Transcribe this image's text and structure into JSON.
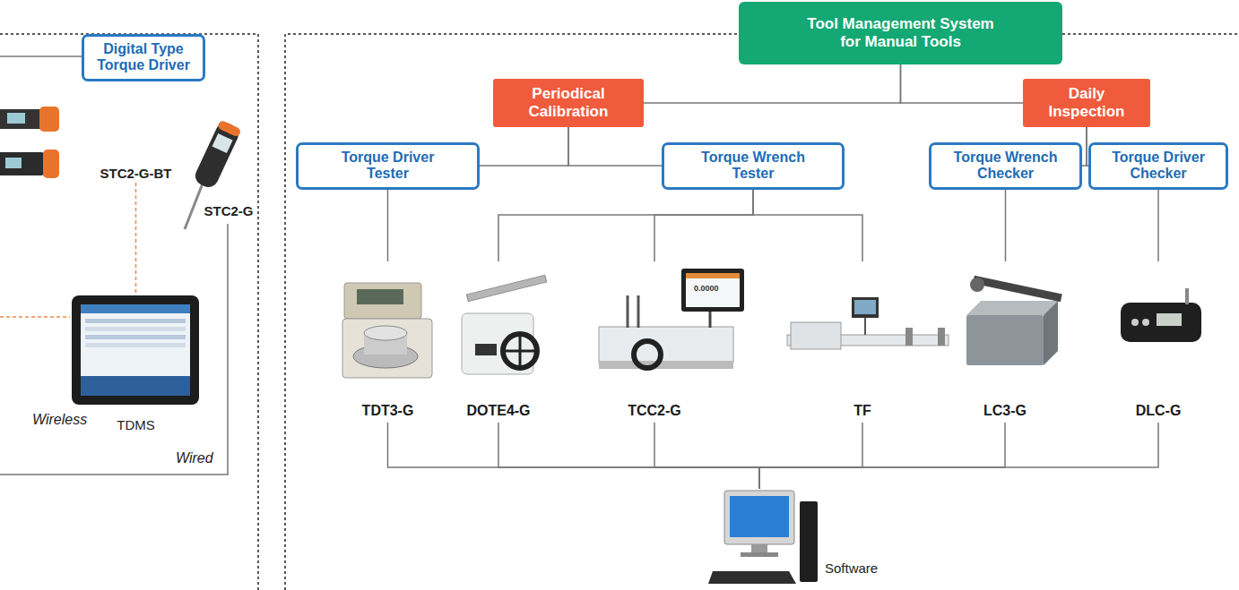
{
  "diagram": {
    "nodes": [
      {
        "text": [
          "Digital Type Torque Driver"
        ]
      },
      {
        "text": [
          "STC2-G-BT"
        ]
      },
      {
        "text": [
          "STC2-G"
        ]
      },
      {
        "text": [
          "TDMS"
        ]
      },
      {
        "text": [
          "Tool Management System for Manual Tools"
        ]
      },
      {
        "text": [
          "Periodical Calibration"
        ]
      },
      {
        "text": [
          "Daily Inspection"
        ]
      },
      {
        "text": [
          "Torque Driver Tester"
        ]
      },
      {
        "text": [
          "Torque Wrench Tester"
        ]
      },
      {
        "text": [
          "Torque Wrench Checker"
        ]
      },
      {
        "text": [
          "Torque Driver Checker"
        ]
      },
      {
        "text": [
          "TDT3-G"
        ]
      },
      {
        "text": [
          "DOTE4-G"
        ]
      },
      {
        "text": [
          "TCC2-G"
        ]
      },
      {
        "text": [
          "TF"
        ]
      },
      {
        "text": [
          "LC3-G"
        ]
      },
      {
        "text": [
          "DLC-G"
        ]
      },
      {
        "text": [
          "Software"
        ]
      }
    ],
    "edges": [
      {
        "from": 1,
        "to": 3,
        "arrow": "none"
      },
      {
        "from": 4,
        "to": 5,
        "arrow": "none"
      },
      {
        "from": 4,
        "to": 6,
        "arrow": "none"
      },
      {
        "from": 5,
        "to": 7,
        "arrow": "none"
      },
      {
        "from": 5,
        "to": 8,
        "arrow": "none"
      },
      {
        "from": 6,
        "to": 9,
        "arrow": "none"
      },
      {
        "from": 6,
        "to": 10,
        "arrow": "none"
      },
      {
        "from": 7,
        "to": 11,
        "arrow": "none"
      },
      {
        "from": 8,
        "to": 12,
        "arrow": "none"
      },
      {
        "from": 8,
        "to": 13,
        "arrow": "none"
      },
      {
        "from": 8,
        "to": 14,
        "arrow": "none"
      },
      {
        "from": 9,
        "to": 15,
        "arrow": "none"
      },
      {
        "from": 10,
        "to": 16,
        "arrow": "none"
      },
      {
        "from": 11,
        "to": 17,
        "arrow": "none"
      },
      {
        "from": 12,
        "to": 17,
        "arrow": "none"
      },
      {
        "from": 13,
        "to": 17,
        "arrow": "none"
      },
      {
        "from": 14,
        "to": 17,
        "arrow": "none"
      },
      {
        "from": 15,
        "to": 17,
        "arrow": "none"
      },
      {
        "from": 16,
        "to": 17,
        "arrow": "none"
      }
    ],
    "labels": [
      "Wireless",
      "Wired",
      "0.0000"
    ]
  }
}
